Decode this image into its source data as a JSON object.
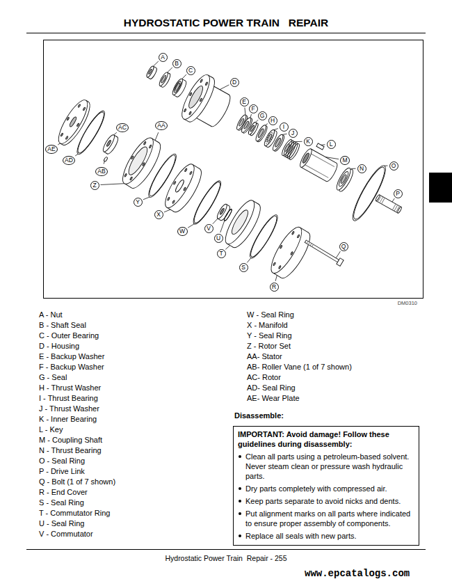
{
  "diagram": {
    "title": "HYDROSTATIC POWER TRAIN   REPAIR",
    "nodes": [
      {
        "text": [
          "IMPORTANT: Avoid damage! Follow these guidelines during disassembly:",
          "Clean all parts using a petroleum-based solvent. Never steam clean or pressure wash hydraulic parts.",
          "Dry parts completely with compressed air.",
          "Keep parts separate to avoid nicks and dents.",
          "Put alignment marks on all parts where indicated to ensure proper assembly of components.",
          "Replace all seals with new parts."
        ]
      }
    ],
    "labels": [
      "A",
      "B",
      "C",
      "D",
      "E",
      "F",
      "G",
      "H",
      "I",
      "J",
      "K",
      "L",
      "M",
      "N",
      "O",
      "P",
      "Q",
      "R",
      "S",
      "T",
      "U",
      "V",
      "W",
      "X",
      "Y",
      "Z",
      "AA",
      "AB",
      "AC",
      "AD",
      "AE",
      "DM0310",
      "A - Nut",
      "B - Shaft Seal",
      "C - Outer Bearing",
      "D - Housing",
      "E - Backup Washer",
      "F - Backup Washer",
      "G - Seal",
      "H - Thrust Washer",
      "I - Thrust Bearing",
      "J - Thrust Washer",
      "K - Inner Bearing",
      "L - Key",
      "M - Coupling Shaft",
      "N - Thrust Bearing",
      "O - Seal Ring",
      "P - Drive Link",
      "Q - Bolt (1 of 7 shown)",
      "R - End Cover",
      "S - Seal Ring",
      "T - Commutator Ring",
      "U - Seal Ring",
      "V - Commutator",
      "W - Seal Ring",
      "X - Manifold",
      "Y - Seal Ring",
      "Z - Rotor Set",
      "AA- Stator",
      "AB- Roller Vane (1 of 7 shown)",
      "AC- Rotor",
      "AD- Seal Ring",
      "AE- Wear Plate",
      "Disassemble:",
      "Hydrostatic Power Train  Repair - 255",
      "www.epcatalogs.com"
    ]
  }
}
